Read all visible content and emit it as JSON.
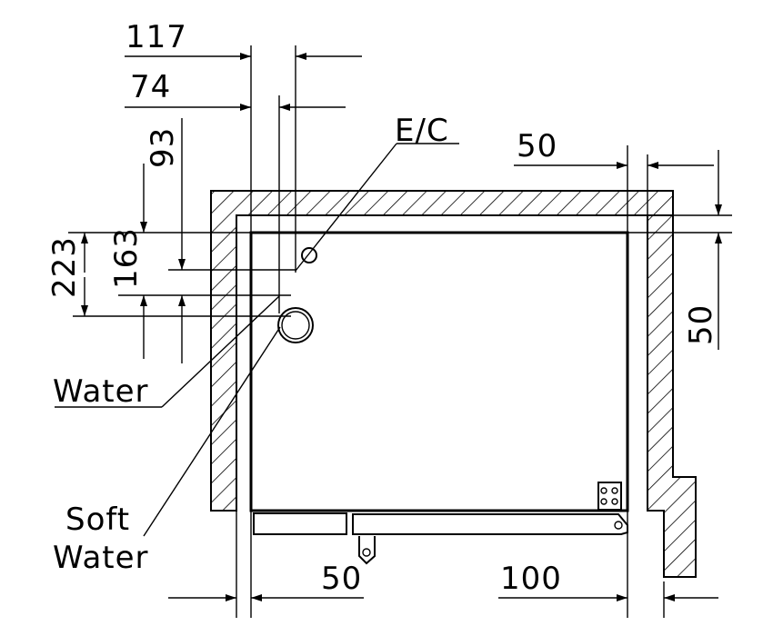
{
  "labels": {
    "ec": "E/C",
    "water": "Water",
    "soft": "Soft",
    "soft_water": "Water"
  },
  "dimensions": {
    "d117": "117",
    "d74": "74",
    "d93": "93",
    "d223": "223",
    "d163": "163",
    "d50_top": "50",
    "d50_right": "50",
    "d50_bottom": "50",
    "d100": "100"
  }
}
